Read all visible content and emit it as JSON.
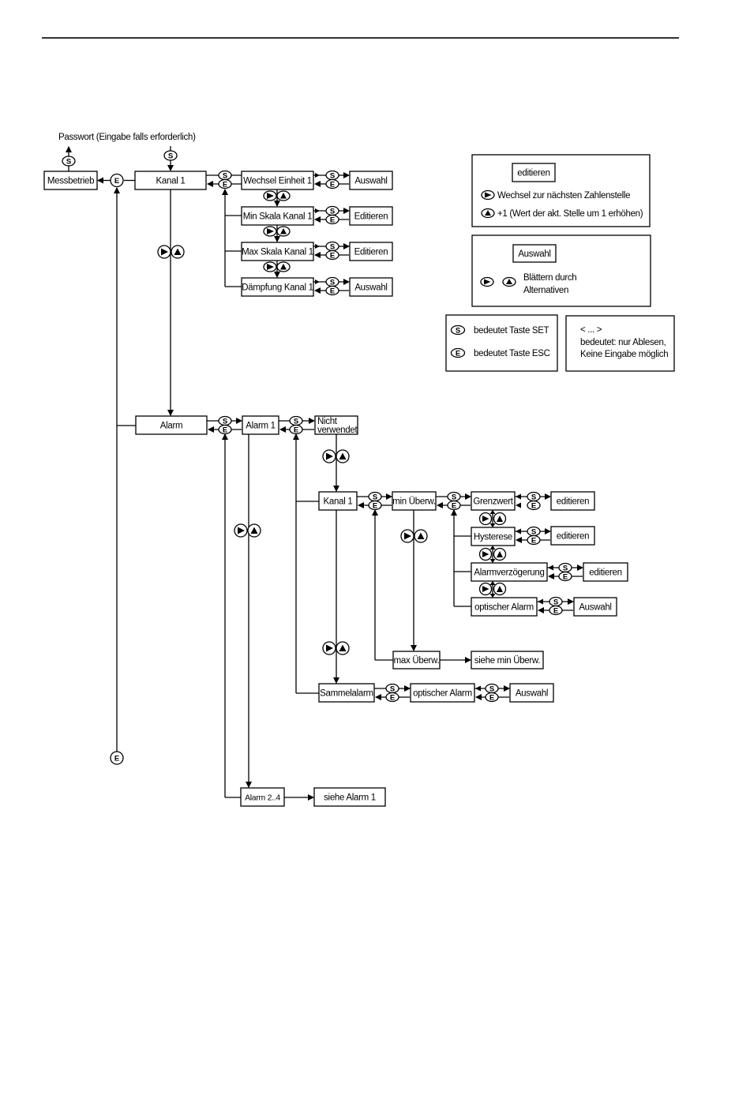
{
  "header_rule": true,
  "top": {
    "password_note": "Passwort (Eingabe falls erforderlich)"
  },
  "keys": {
    "set": "S",
    "esc": "E"
  },
  "nodes": {
    "messbetrieb": "Messbetrieb",
    "kanal1": "Kanal 1",
    "wechsel_einheit": "Wechsel Einheit 1",
    "min_skala": "Min Skala Kanal 1",
    "max_skala": "Max Skala Kanal 1",
    "daempfung": "Dämpfung Kanal 1",
    "auswahl_1": "Auswahl",
    "editieren_1": "Editieren",
    "editieren_2": "Editieren",
    "auswahl_2": "Auswahl",
    "alarm": "Alarm",
    "alarm1": "Alarm 1",
    "nicht_verwendet_1": "Nicht",
    "nicht_verwendet_2": "verwendet",
    "alarm_kanal1": "Kanal 1",
    "min_uberw": "min Überw.",
    "grenzwert": "Grenzwert",
    "hysterese": "Hysterese",
    "alarmverzoegerung": "Alarmverzögerung",
    "optischer_alarm": "optischer Alarm",
    "editieren_g": "editieren",
    "editieren_h": "editieren",
    "editieren_a": "editieren",
    "auswahl_o": "Auswahl",
    "max_uberw": "max Überw.",
    "siehe_min": "siehe min Überw.",
    "sammelalarm": "Sammelalarm",
    "optischer_alarm_s": "optischer Alarm",
    "auswahl_s": "Auswahl",
    "alarm24": "Alarm 2..4",
    "siehe_alarm1": "siehe Alarm 1"
  },
  "legend": {
    "edit_title": "editieren",
    "edit_right": "Wechsel zur nächsten Zahlenstelle",
    "edit_up": "+1 (Wert der akt. Stelle um 1 erhöhen)",
    "select_title": "Auswahl",
    "select_line1": "Blättern durch",
    "select_line2": "Alternativen",
    "set_desc": "bedeutet Taste SET",
    "esc_desc": "bedeutet Taste ESC",
    "readonly_symbol": "< ... >",
    "readonly_line1": "bedeutet: nur Ablesen,",
    "readonly_line2": "Keine Eingabe möglich"
  }
}
